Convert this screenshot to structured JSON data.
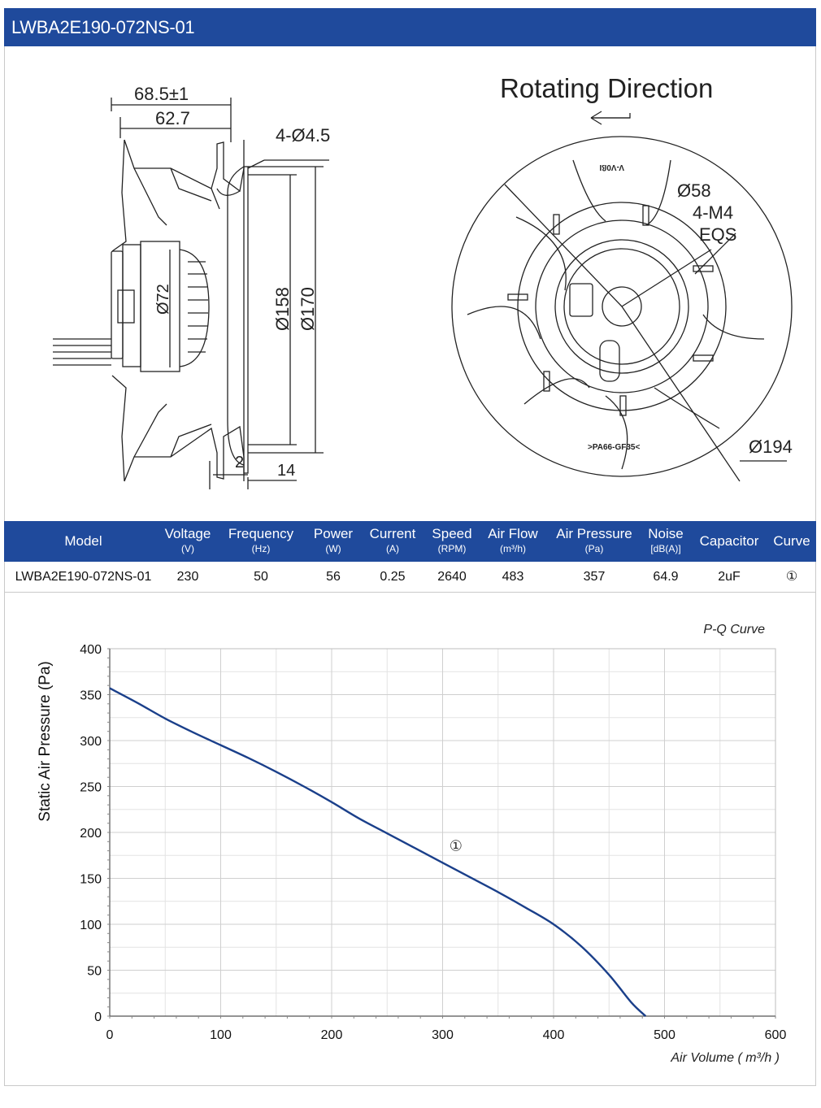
{
  "header": {
    "title": "LWBA2E190-072NS-01"
  },
  "drawing": {
    "side_view": {
      "dim_width_total": "68.5±1",
      "dim_width_body": "62.7",
      "dim_holes": "4-Ø4.5",
      "dim_hub": "Ø72",
      "dim_158": "Ø158",
      "dim_170": "Ø170",
      "dim_2": "2",
      "dim_14": "14"
    },
    "front_view": {
      "rotation_label": "Rotating Direction",
      "dim_58": "Ø58",
      "dim_m4": "4-M4",
      "dim_eqs": "EQS",
      "dim_194": "Ø194",
      "mark_top": "V-V0ßI",
      "mark_bottom": ">PA66-GF35<"
    }
  },
  "spec_table": {
    "columns": [
      {
        "label": "Model",
        "unit": ""
      },
      {
        "label": "Voltage",
        "unit": "(V)"
      },
      {
        "label": "Frequency",
        "unit": "(Hz)"
      },
      {
        "label": "Power",
        "unit": "(W)"
      },
      {
        "label": "Current",
        "unit": "(A)"
      },
      {
        "label": "Speed",
        "unit": "(RPM)"
      },
      {
        "label": "Air Flow",
        "unit": "(m³/h)"
      },
      {
        "label": "Air Pressure",
        "unit": "(Pa)"
      },
      {
        "label": "Noise",
        "unit": "[dB(A)]"
      },
      {
        "label": "Capacitor",
        "unit": ""
      },
      {
        "label": "Curve",
        "unit": ""
      }
    ],
    "row": [
      "LWBA2E190-072NS-01",
      "230",
      "50",
      "56",
      "0.25",
      "2640",
      "483",
      "357",
      "64.9",
      "2uF",
      "①"
    ]
  },
  "chart_data": {
    "type": "line",
    "title": "P-Q Curve",
    "xlabel": "Air Volume ( m³/h )",
    "ylabel": "Static Air Pressure  (Pa)",
    "xlim": [
      0,
      600
    ],
    "ylim": [
      0,
      400
    ],
    "x_ticks": [
      "0",
      "100",
      "200",
      "300",
      "400",
      "500",
      "600"
    ],
    "y_ticks": [
      "0",
      "50",
      "100",
      "150",
      "200",
      "250",
      "300",
      "350",
      "400"
    ],
    "grid": true,
    "series": [
      {
        "name": "①",
        "color": "#1a3f8a",
        "x": [
          0,
          25,
          50,
          75,
          100,
          125,
          150,
          175,
          200,
          225,
          250,
          275,
          300,
          325,
          350,
          375,
          400,
          425,
          450,
          470,
          483
        ],
        "y": [
          357,
          341,
          324,
          309,
          295,
          281,
          266,
          250,
          233,
          215,
          199,
          183,
          167,
          151,
          135,
          118,
          100,
          76,
          45,
          15,
          0
        ]
      }
    ],
    "annotation": {
      "text": "①",
      "x": 312,
      "y": 180
    }
  }
}
